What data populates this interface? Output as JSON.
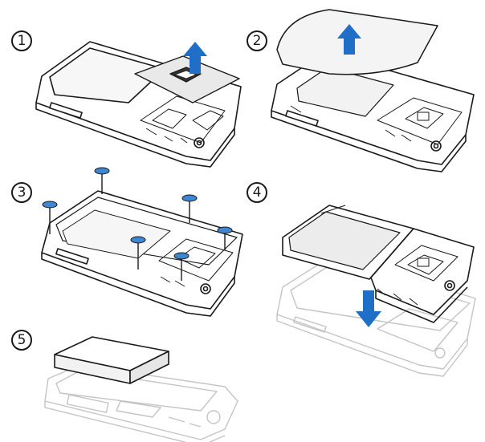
{
  "steps": [
    {
      "number": "1"
    },
    {
      "number": "2"
    },
    {
      "number": "3"
    },
    {
      "number": "4"
    },
    {
      "number": "5"
    }
  ],
  "colors": {
    "line": "#1a1a1a",
    "ghost": "#c4c4c4",
    "arrow": "#1f6fc8",
    "screw": "#3e86cf",
    "screen": "#ececec"
  }
}
